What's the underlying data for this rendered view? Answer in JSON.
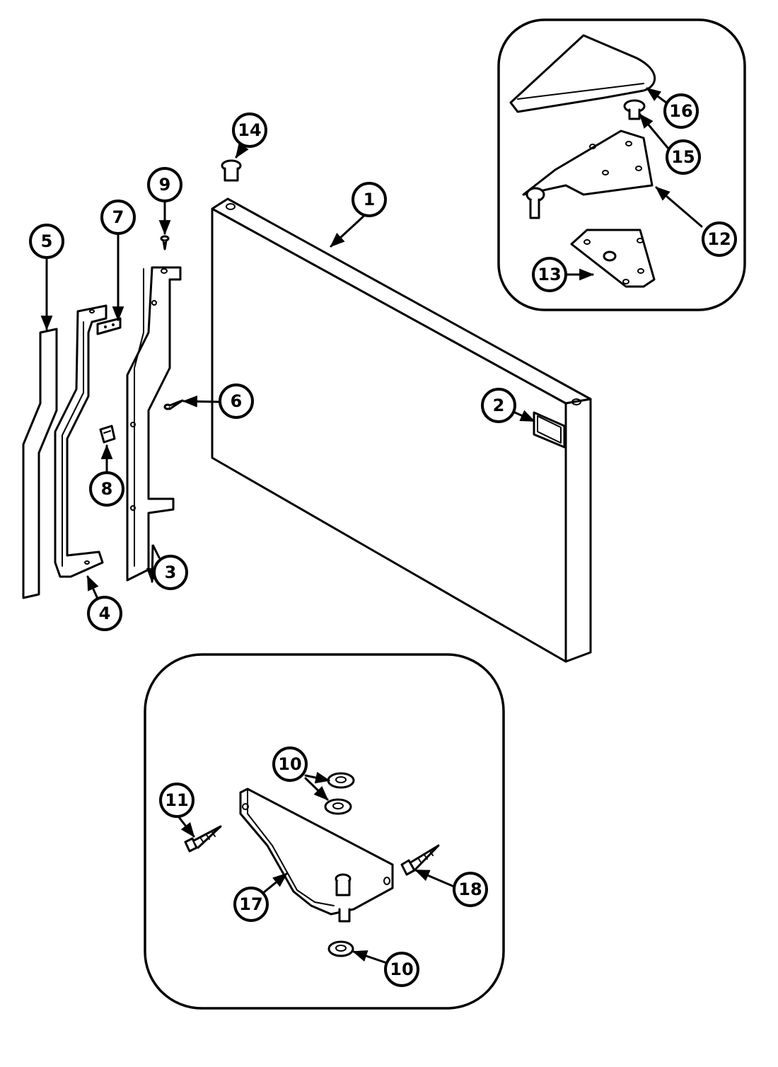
{
  "callouts": {
    "c1": "1",
    "c2": "2",
    "c3": "3",
    "c4": "4",
    "c5": "5",
    "c6": "6",
    "c7": "7",
    "c8": "8",
    "c9": "9",
    "c10a": "10",
    "c10b": "10",
    "c11": "11",
    "c12": "12",
    "c13": "13",
    "c14": "14",
    "c15": "15",
    "c16": "16",
    "c17": "17",
    "c18": "18"
  },
  "colors": {
    "line": "#000000",
    "background": "#ffffff"
  }
}
